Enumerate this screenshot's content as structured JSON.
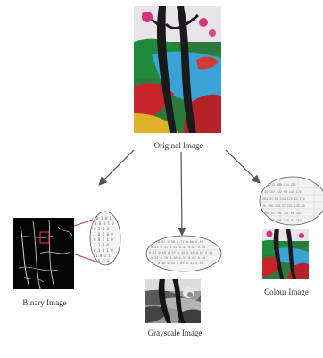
{
  "labels": {
    "original": "Original Image",
    "binary": "Binary Image",
    "grayscale": "Grayscale Image",
    "colour": "Colour Image"
  },
  "colors": {
    "arrow": "#555555",
    "zoom_line": "#cc3344",
    "sky": "#e8e4ea",
    "water": "#3aa3d6",
    "tree_red": "#c8242a",
    "foliage_green": "#1f8a3a",
    "trunk_dark": "#1a1a1a"
  }
}
